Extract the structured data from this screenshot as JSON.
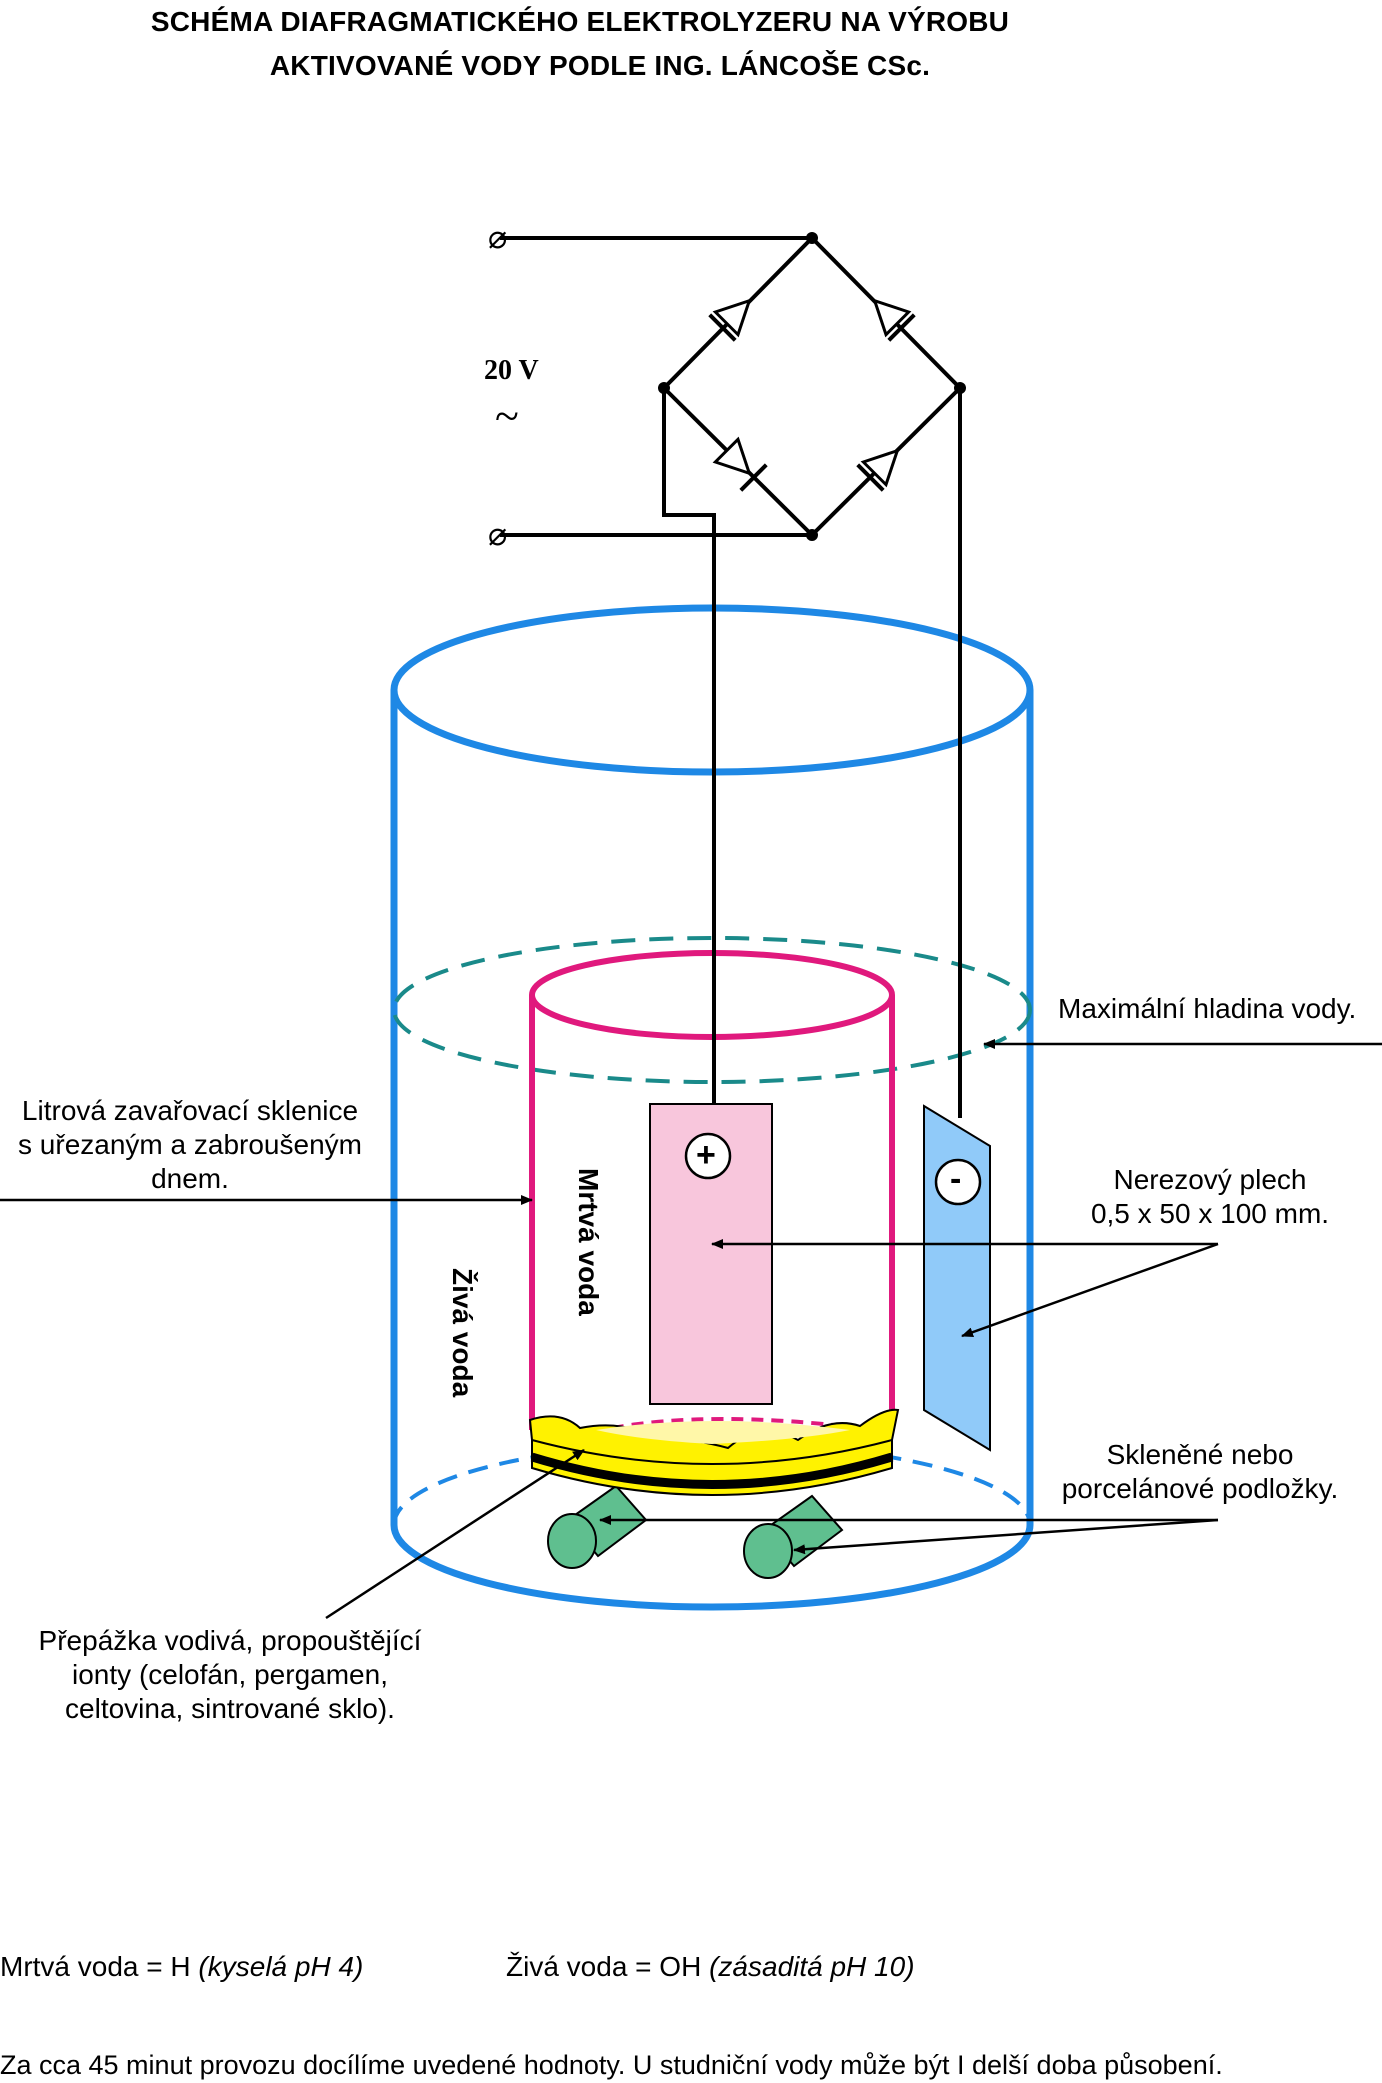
{
  "title": {
    "line1": "SCHÉMA DIAFRAGMATICKÉHO ELEKTROLYZERU NA VÝROBU",
    "line2": "AKTIVOVANÉ VODY PODLE ING. LÁNCOŠE CSc."
  },
  "circuit": {
    "voltage": "20 V",
    "ac_symbol": "~",
    "terminal_symbol": "⌀",
    "plus_symbol": "+",
    "minus_symbol": "-"
  },
  "labels": {
    "max_level": "Maximální hladina vody.",
    "jar": [
      "Litrová zavařovací sklenice",
      "s uřezaným a zabroušeným",
      "dnem."
    ],
    "steel_sheet": [
      "Nerezový plech",
      "0,5 x 50 x 100 mm."
    ],
    "supports": [
      "Skleněné nebo",
      "porcelánové podložky."
    ],
    "membrane": [
      "Přepážka vodivá, propouštějící",
      "ionty (celofán, pergamen,",
      "celtovina, sintrované sklo)."
    ],
    "dead_water": "Mrtvá voda",
    "live_water": "Živá voda"
  },
  "notes": {
    "dead_prefix": "Mrtvá voda = H",
    "dead_italic": "(kyselá pH 4)",
    "live_prefix": "Živá voda = OH",
    "live_italic": "(zásaditá pH 10)",
    "footer": "Za cca 45 minut provozu docílíme uvedené hodnoty. U studniční vody může být I delší doba působení."
  },
  "colors": {
    "outer_cylinder": "#1e88e5",
    "water_level": "#1a8a8a",
    "jar": "#e0197d",
    "anode_fill": "#f8c6dc",
    "cathode_fill": "#90caf9",
    "membrane": "#fff200",
    "supports": "#5fbf8f",
    "wire": "#000000"
  }
}
